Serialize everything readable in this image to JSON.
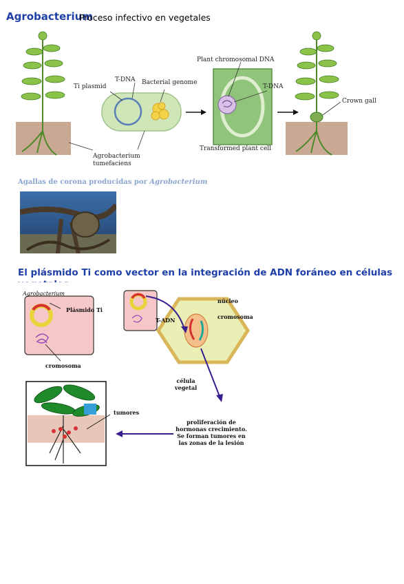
{
  "header": {
    "title": "Agrobacterium",
    "subtitle": "Proceso infectivo en vegetales"
  },
  "figure1": {
    "labels": {
      "ti_plasmid": "Ti plasmid",
      "t_dna": "T-DNA",
      "bacterial_genome": "Bacterial genome",
      "plant_chromosomal_dna": "Plant chromosomal DNA",
      "t_dna_plant": "T-DNA",
      "crown_gall": "Crown gall",
      "agrobacterium_line1": "Agrobacterium",
      "agrobacterium_line2": "tumefaciens",
      "transformed_cell": "Transformed plant cell"
    },
    "colors": {
      "soil": "#c9a894",
      "leaf": "#8bc34a",
      "bacterium": "#cfe6b8",
      "plant_cell": "#8fc47a"
    }
  },
  "photo": {
    "caption_prefix": "Agallas de corona producidas por ",
    "caption_italic": "Agrobacterium"
  },
  "section2": {
    "heading": "El plásmido Ti como vector en la integración de ADN foráneo en células vegetales"
  },
  "figure2": {
    "labels": {
      "agrobacterium": "Agrobacterium",
      "plasmido_ti": "Plásmido Ti",
      "cromosoma_bact": "cromosoma",
      "t_adn": "T-ADN",
      "nucleo": "núcleo",
      "cromosoma_cell": "cromosoma",
      "celula_line1": "célula",
      "celula_line2": "vegetal",
      "tumores": "tumores",
      "prolif_line1": "proliferación de",
      "prolif_line2": "hormonas crecimiento.",
      "prolif_line3": "Se forman tumores en",
      "prolif_line4": "las zonas de la lesión"
    },
    "colors": {
      "bacterium_fill": "#f6c7c7",
      "cell_fill": "#e9efb5",
      "cell_border": "#d9b65a",
      "arrow": "#3a1d8f"
    }
  }
}
